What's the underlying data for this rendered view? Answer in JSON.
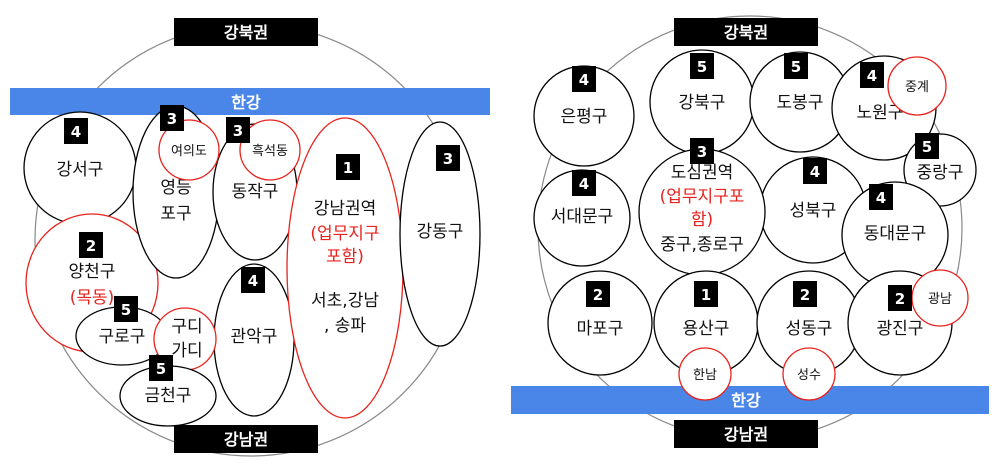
{
  "colors": {
    "river": "#4a86e8",
    "highlight_red": "#e8231e",
    "label_bg": "#000000"
  },
  "left": {
    "north_label": "강북권",
    "south_label": "강남권",
    "river_label": "한강",
    "districts": {
      "gangseo": {
        "name": "강서구",
        "rank": "4"
      },
      "yeongdeungpo": {
        "name1": "영등",
        "name2": "포구",
        "rank": "3",
        "sub": "여의도"
      },
      "dongjak": {
        "name": "동작구",
        "rank": "3",
        "sub": "흑석동"
      },
      "gangnam": {
        "line1": "강남권역",
        "line2": "(업무지구",
        "line3": "포함)",
        "line4": "서초,강남",
        "line5": ", 송파",
        "rank": "1"
      },
      "gangdong": {
        "name": "강동구",
        "rank": "3"
      },
      "yangcheon": {
        "name": "양천구",
        "sub": "(목동)",
        "rank": "2"
      },
      "guro": {
        "name": "구로구",
        "rank": "5"
      },
      "gudi": {
        "line1": "구디",
        "line2": "가디"
      },
      "gwanak": {
        "name": "관악구",
        "rank": "4"
      },
      "geumcheon": {
        "name": "금천구",
        "rank": "5"
      }
    }
  },
  "right": {
    "north_label": "강북권",
    "south_label": "강남권",
    "river_label": "한강",
    "districts": {
      "eunpyeong": {
        "name": "은평구",
        "rank": "4"
      },
      "gangbuk": {
        "name": "강북구",
        "rank": "5"
      },
      "dobong": {
        "name": "도봉구",
        "rank": "5"
      },
      "nowon": {
        "name": "노원구",
        "rank": "4",
        "sub": "중계"
      },
      "jungnang": {
        "name": "중랑구",
        "rank": "5"
      },
      "seodaemun": {
        "name": "서대문구",
        "rank": "4"
      },
      "downtown": {
        "line1": "도심권역",
        "line2": "(업무지구포",
        "line3": "함)",
        "line4": "중구,종로구",
        "rank": "3"
      },
      "seongbuk": {
        "name": "성북구",
        "rank": "4"
      },
      "dongdaemun": {
        "name": "동대문구",
        "rank": "4"
      },
      "mapo": {
        "name": "마포구",
        "rank": "2"
      },
      "yongsan": {
        "name": "용산구",
        "rank": "1",
        "sub": "한남"
      },
      "seongdong": {
        "name": "성동구",
        "rank": "2",
        "sub": "성수"
      },
      "gwangjin": {
        "name": "광진구",
        "rank": "2",
        "sub": "광남"
      }
    }
  }
}
